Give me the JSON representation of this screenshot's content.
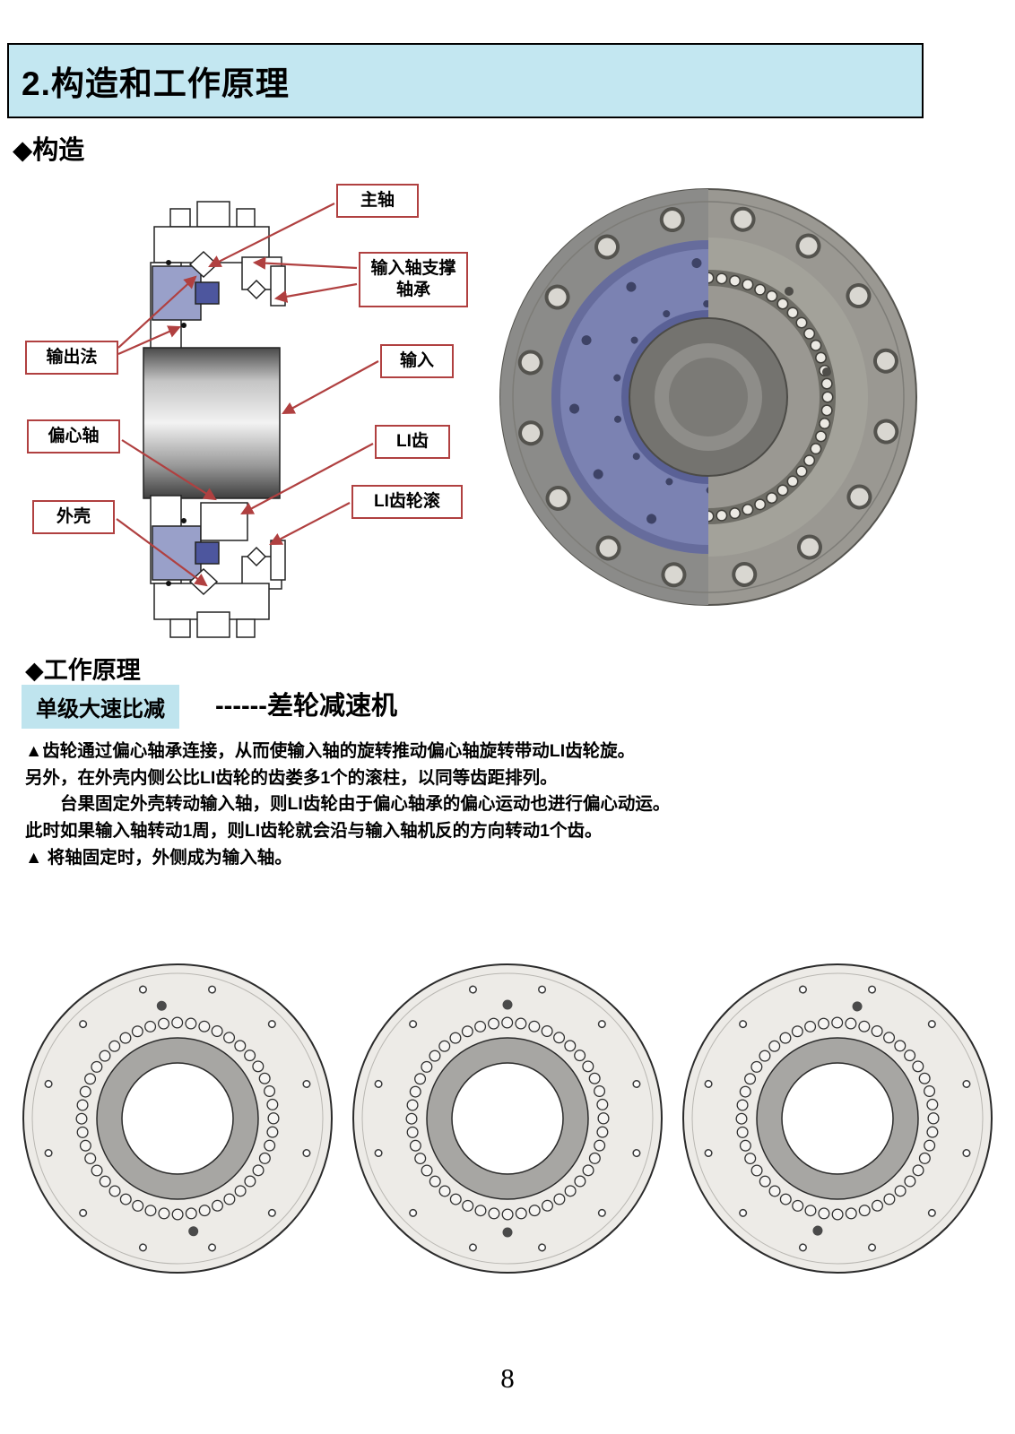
{
  "page": {
    "number": "8"
  },
  "header": {
    "title": "2.构造和工作原理"
  },
  "structure": {
    "heading": "◆构造",
    "callouts": {
      "main_shaft": "主轴",
      "input_support_bearing": "输入轴支撑轴承",
      "output_flange": "输出法",
      "input": "输入",
      "eccentric_shaft": "偏心轴",
      "li_teeth": "LI齿",
      "li_gear_roller": "LI齿轮滚",
      "housing": "外壳"
    }
  },
  "principle": {
    "heading": "◆工作原理",
    "highlight": "单级大速比减",
    "subtitle": "------差轮减速机",
    "paragraphs": [
      "▲齿轮通过偏心轴承连接，从而使输入轴的旋转推动偏心轴旋转带动LI齿轮旋。",
      "另外，在外壳内侧公比LI齿轮的齿娄多1个的滚柱，以同等齿距排列。",
      "　　台果固定外壳转动输入轴，则LI齿轮由于偏心轴承的偏心运动也进行偏心动运。",
      "此时如果输入轴转动1周，则LI齿轮就会沿与输入轴机反的方向转动1个齿。",
      "▲ 将轴固定时，外侧成为输入轴。"
    ]
  },
  "colors": {
    "title_bg": "#c3e7f1",
    "highlight_bg": "#bfe4ee",
    "callout_border": "#b04040",
    "arrow_red": "#b04040",
    "bearing_blue": "#99a0c9",
    "bearing_blue_dark": "#4d569e",
    "ring_blue": "#7b82b2"
  }
}
